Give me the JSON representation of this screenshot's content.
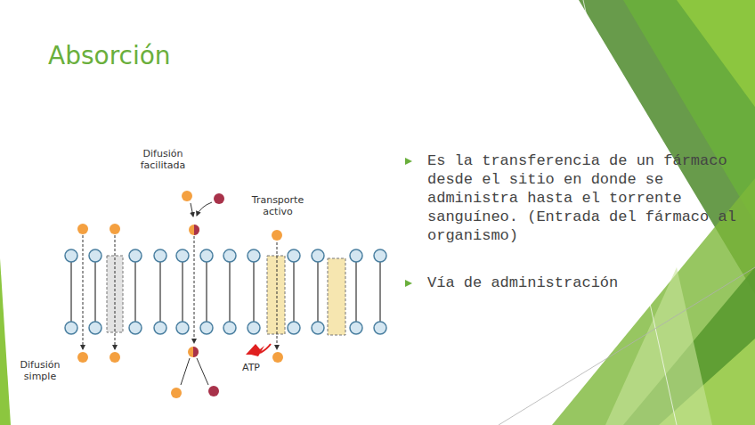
{
  "diagram": {
    "title": "Absorción",
    "labels": [
      "Difusión facilitada",
      "Transporte activo",
      "ATP",
      "Difusión simple",
      "Es la transferencia de un fármaco desde el sitio en donde se administra hasta el torrente sanguíneo. (Entrada del fármaco al organismo)",
      "Vía de administración"
    ]
  }
}
